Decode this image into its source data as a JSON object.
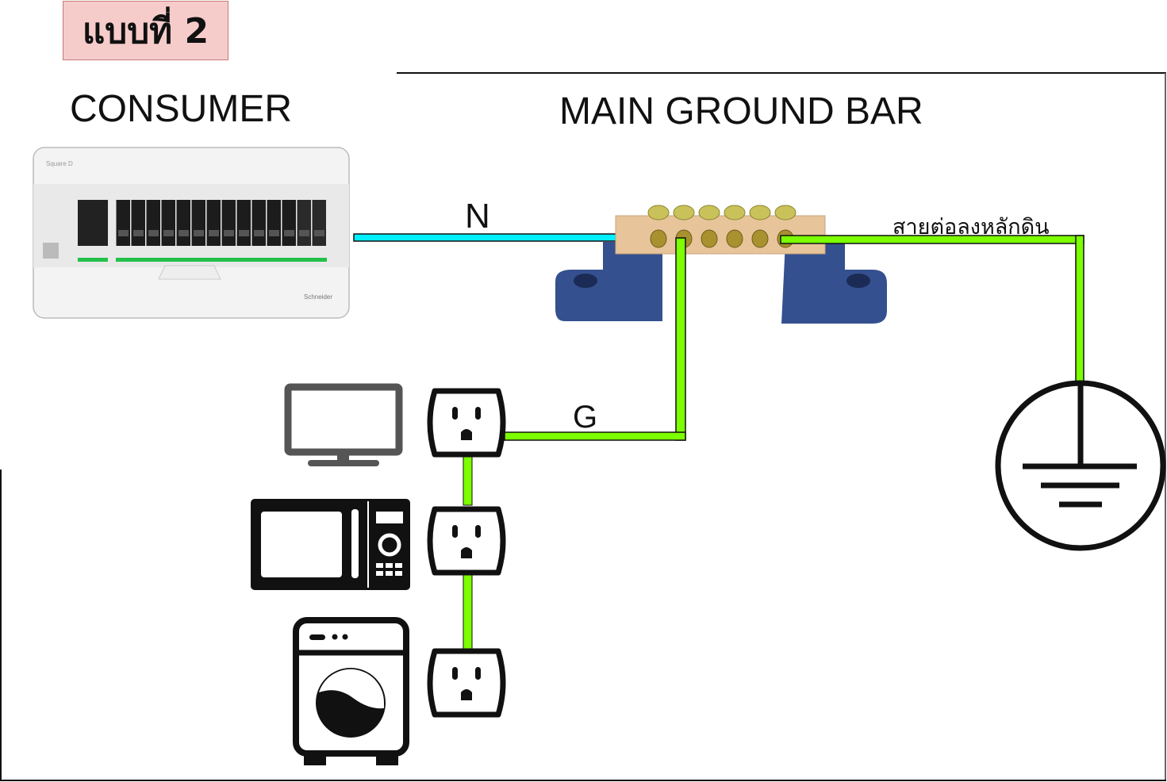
{
  "diagram": {
    "title": "แบบที่ 2",
    "consumer_label": "CONSUMER",
    "main_ground_bar_label": "MAIN GROUND BAR",
    "neutral_label": "N",
    "ground_label": "G",
    "ground_rod_wire_label": "สายต่อลงหลักดิน",
    "panel_brand_top": "Square D",
    "panel_brand_bottom": "Schneider",
    "colors": {
      "title_background": "#f6cccb",
      "neutral_wire": "#00f0ff",
      "ground_wire": "#7cff00",
      "ground_bar_body": "#e8c49a",
      "insulator": "#34508f",
      "icon_dark": "#111111",
      "tv_gray": "#555555"
    },
    "components": [
      {
        "id": "consumer-unit",
        "type": "breaker-panel",
        "breakers": 14
      },
      {
        "id": "main-ground-bar",
        "type": "ground-bar",
        "terminals": 6
      },
      {
        "id": "ground-symbol",
        "type": "earth-ground"
      },
      {
        "id": "outlet-1",
        "type": "outlet",
        "appliance": "tv"
      },
      {
        "id": "outlet-2",
        "type": "outlet",
        "appliance": "microwave"
      },
      {
        "id": "outlet-3",
        "type": "outlet",
        "appliance": "washing-machine"
      }
    ],
    "connections": [
      {
        "from": "consumer-unit",
        "to": "main-ground-bar",
        "wire": "N"
      },
      {
        "from": "main-ground-bar",
        "to": "outlet-1",
        "wire": "G"
      },
      {
        "from": "outlet-1",
        "to": "outlet-2",
        "wire": "G"
      },
      {
        "from": "outlet-2",
        "to": "outlet-3",
        "wire": "G"
      },
      {
        "from": "main-ground-bar",
        "to": "ground-symbol",
        "wire": "สายต่อลงหลักดิน"
      }
    ]
  }
}
